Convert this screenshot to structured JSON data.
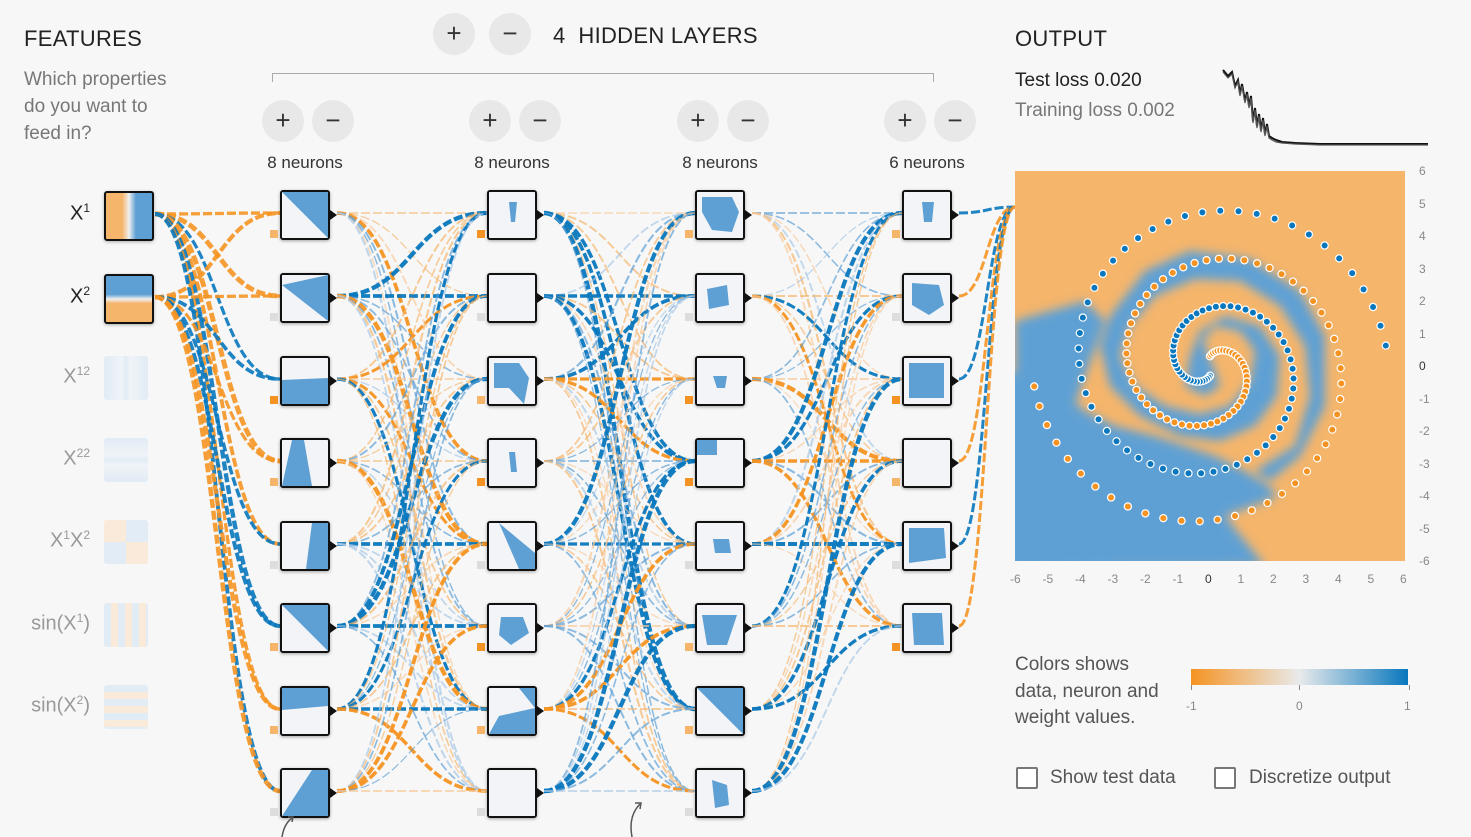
{
  "features": {
    "title": "FEATURES",
    "question": [
      "Which properties",
      "do you want to",
      "feed in?"
    ],
    "items": [
      {
        "id": "x1",
        "base": "X",
        "sup": "1",
        "suffix": "",
        "active": true
      },
      {
        "id": "x2",
        "base": "X",
        "sup": "2",
        "suffix": "",
        "active": true
      },
      {
        "id": "x1sq",
        "base": "X",
        "sup": "12",
        "suffix": "",
        "active": false
      },
      {
        "id": "x2sq",
        "base": "X",
        "sup": "22",
        "suffix": "",
        "active": false
      },
      {
        "id": "x1x2",
        "base": "X",
        "sup": "1",
        "suffix": "X",
        "sup2": "2",
        "active": false
      },
      {
        "id": "sinx1",
        "base": "sin(X",
        "sup": "1",
        "suffix": ")",
        "active": false
      },
      {
        "id": "sinx2",
        "base": "sin(X",
        "sup": "2",
        "suffix": ")",
        "active": false
      }
    ]
  },
  "hidden": {
    "count": "4",
    "title": "HIDDEN LAYERS",
    "add": "+",
    "remove": "−",
    "layers": [
      {
        "neurons_label": "8 neurons",
        "neurons": 8
      },
      {
        "neurons_label": "8 neurons",
        "neurons": 8
      },
      {
        "neurons_label": "8 neurons",
        "neurons": 8
      },
      {
        "neurons_label": "6 neurons",
        "neurons": 6
      }
    ]
  },
  "output": {
    "title": "OUTPUT",
    "test_loss_label": "Test loss",
    "test_loss": "0.020",
    "training_loss_label": "Training loss",
    "training_loss": "0.002",
    "x_ticks": [
      "-6",
      "-5",
      "-4",
      "-3",
      "-2",
      "-1",
      "0",
      "1",
      "2",
      "3",
      "4",
      "5",
      "6"
    ],
    "y_ticks": [
      "6",
      "5",
      "4",
      "3",
      "2",
      "1",
      "0",
      "-1",
      "-2",
      "-3",
      "-4",
      "-5",
      "-6"
    ],
    "legend_text": [
      "Colors shows",
      "data, neuron and",
      "weight values."
    ],
    "legend_ticks": [
      "-1",
      "0",
      "1"
    ],
    "show_test_data": "Show test data",
    "discretize_output": "Discretize output"
  },
  "colors": {
    "orange": "#f59322",
    "blue": "#0877bd",
    "light_orange": "#f5b56b",
    "light_blue": "#5ea0d4"
  }
}
